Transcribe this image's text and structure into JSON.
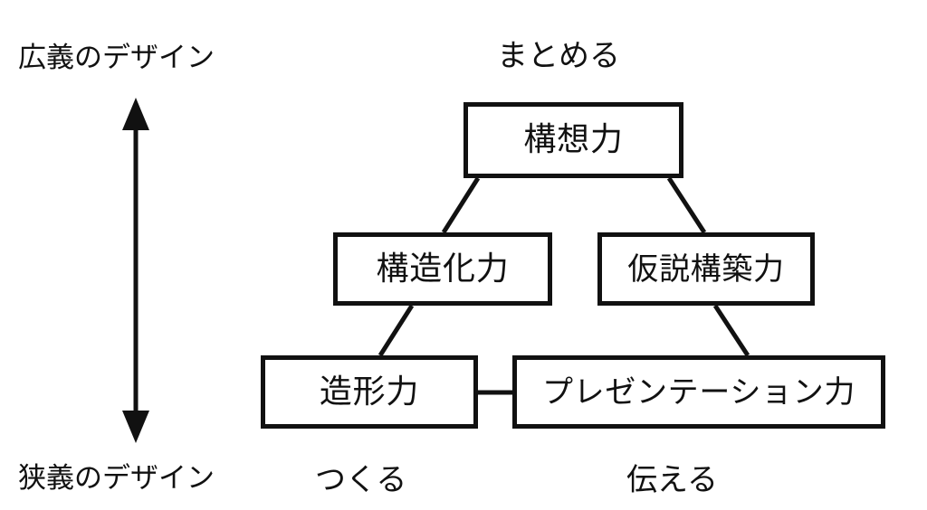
{
  "diagram": {
    "title_top_center": "まとめる",
    "axis": {
      "top_label": "広義のデザイン",
      "bottom_label": "狭義のデザイン",
      "arrow_name": "vertical-double-arrow"
    },
    "bottom_labels": {
      "left": "つくる",
      "right": "伝える"
    },
    "nodes": [
      {
        "id": "top",
        "label": "構想力"
      },
      {
        "id": "mid-left",
        "label": "構造化力"
      },
      {
        "id": "mid-right",
        "label": "仮説構築力"
      },
      {
        "id": "bot-left",
        "label": "造形力"
      },
      {
        "id": "bot-right",
        "label": "プレゼンテーション力"
      }
    ],
    "connections": [
      {
        "from": "top",
        "to": "mid-left"
      },
      {
        "from": "top",
        "to": "mid-right"
      },
      {
        "from": "mid-left",
        "to": "bot-left"
      },
      {
        "from": "mid-right",
        "to": "bot-right"
      },
      {
        "from": "bot-left",
        "to": "bot-right"
      }
    ],
    "colors": {
      "stroke": "#111111",
      "background": "#ffffff",
      "text": "#111111"
    }
  }
}
